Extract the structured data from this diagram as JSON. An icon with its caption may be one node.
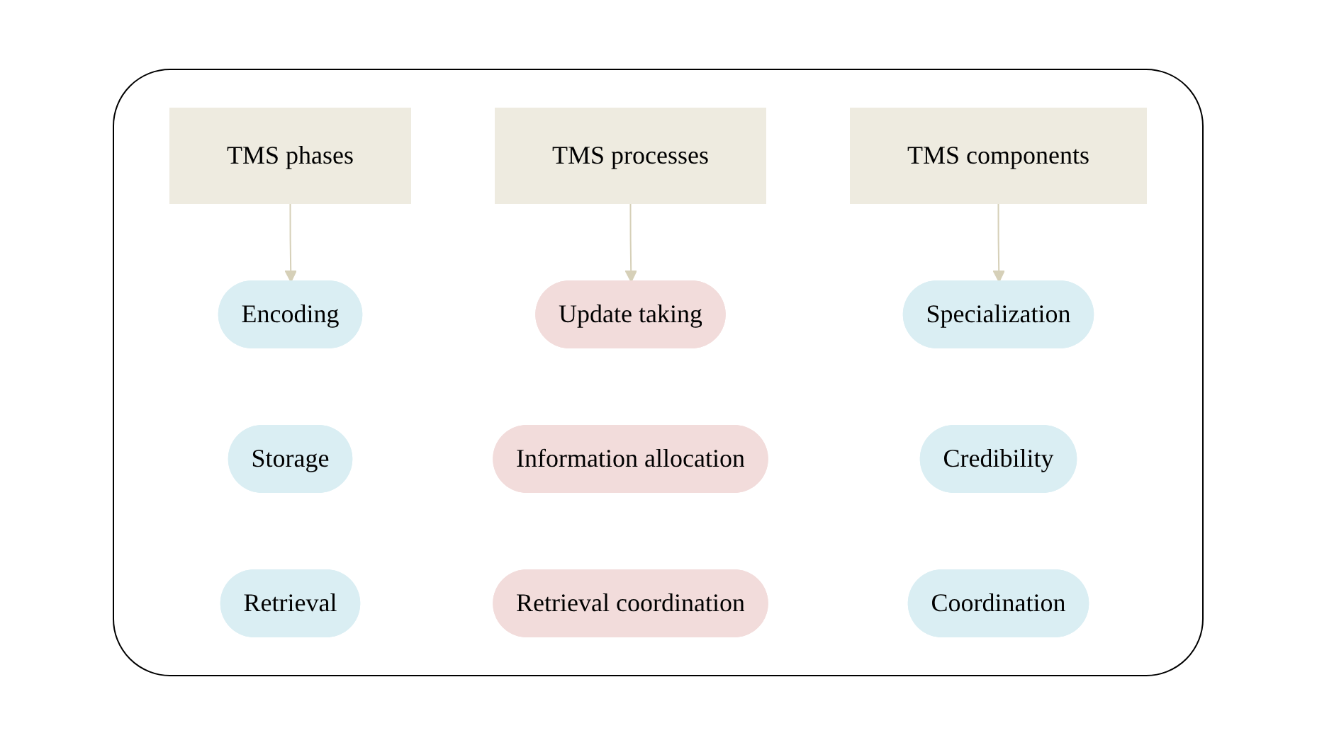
{
  "diagram": {
    "nodes": [
      {
        "text": [],
        "shape": "box"
      },
      {
        "text": [
          "TMS phases"
        ],
        "in": 0
      },
      {
        "text": [
          "Encoding"
        ],
        "in": 0
      },
      {
        "text": [
          "Storage"
        ],
        "in": 0
      },
      {
        "text": [
          "Retrieval"
        ],
        "in": 0
      },
      {
        "text": [
          "TMS processes"
        ],
        "in": 0
      },
      {
        "text": [
          "Update taking"
        ],
        "in": 0
      },
      {
        "text": [
          "Information allocation"
        ],
        "in": 0
      },
      {
        "text": [
          "Retrieval coordination"
        ],
        "in": 0
      },
      {
        "text": [
          "TMS components"
        ],
        "in": 0
      },
      {
        "text": [
          "Specialization"
        ],
        "in": 0
      },
      {
        "text": [
          "Credibility"
        ],
        "in": 0
      },
      {
        "text": [
          "Coordination"
        ],
        "in": 0
      }
    ],
    "edges": [
      {
        "from": 1,
        "to": 2,
        "arrow": "to"
      },
      {
        "from": 5,
        "to": 6,
        "arrow": "to"
      },
      {
        "from": 9,
        "to": 10,
        "arrow": "to"
      }
    ]
  }
}
